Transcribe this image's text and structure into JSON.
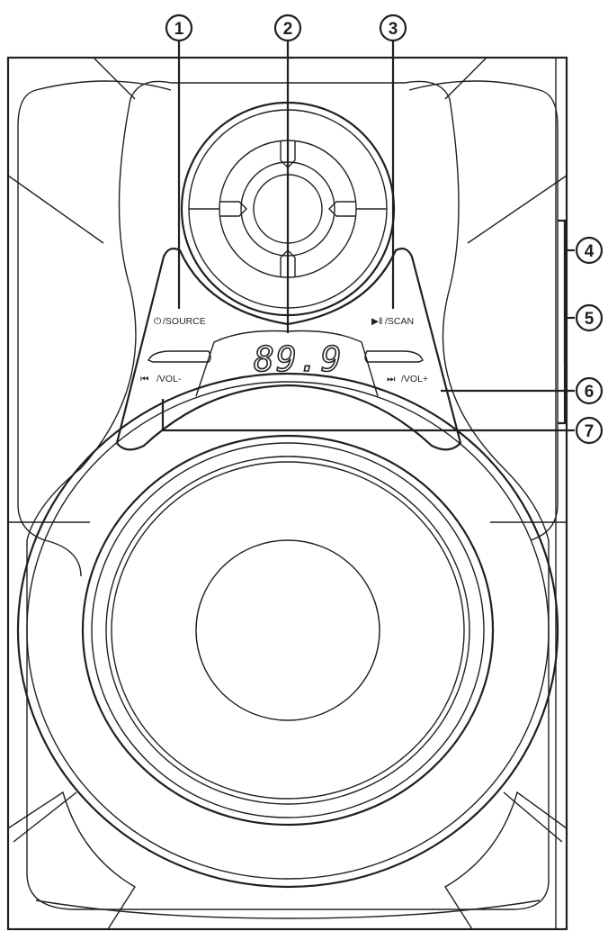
{
  "callouts": [
    {
      "number": "1"
    },
    {
      "number": "2"
    },
    {
      "number": "3"
    },
    {
      "number": "4"
    },
    {
      "number": "5"
    },
    {
      "number": "6"
    },
    {
      "number": "7"
    }
  ],
  "buttons": {
    "source": "/SOURCE",
    "play_scan": "/SCAN",
    "prev_vol_down": "/VOL-",
    "next_vol_up": "/VOL+"
  },
  "display": {
    "reading": "89.9"
  },
  "icons": {
    "source": "power-icon",
    "play_scan": "play-pause-icon",
    "prev_vol_down": "previous-track-icon",
    "next_vol_up": "next-track-icon"
  },
  "colors": {
    "line": "#231f20",
    "background": "#ffffff"
  }
}
